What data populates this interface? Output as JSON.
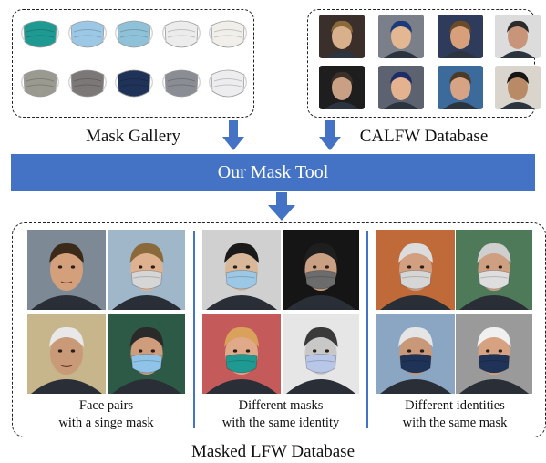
{
  "mask_gallery": {
    "label": "Mask Gallery",
    "masks": [
      {
        "icon": "n95-green-mask-icon",
        "color": "#1e9a92"
      },
      {
        "icon": "surgical-blue-mask-icon",
        "color": "#9cc8e6"
      },
      {
        "icon": "kn95-blue-mask-icon",
        "color": "#8fc1d8"
      },
      {
        "icon": "white-cloth-mask-icon",
        "color": "#ececec"
      },
      {
        "icon": "n95-valve-mask-icon",
        "color": "#f1efe9"
      },
      {
        "icon": "camo-mask-icon",
        "color": "#9a9a90"
      },
      {
        "icon": "grey-kn95-mask-icon",
        "color": "#7d7878"
      },
      {
        "icon": "floral-navy-mask-icon",
        "color": "#1f3358"
      },
      {
        "icon": "grey-textured-mask-icon",
        "color": "#8a8d93"
      },
      {
        "icon": "white-kn95-mask-icon",
        "color": "#ededf0"
      }
    ]
  },
  "calfw": {
    "label": "CALFW Database",
    "faces": [
      {
        "icon": "face-photo-icon",
        "skin": "#d9b08c",
        "hair": "#8a6a3a",
        "bg": "#3a2f2a"
      },
      {
        "icon": "face-photo-icon",
        "skin": "#e3b792",
        "hair": "#1b3a78",
        "bg": "#7a7f8a"
      },
      {
        "icon": "face-photo-icon",
        "skin": "#d8a07a",
        "hair": "#6b4a2a",
        "bg": "#2f3b5a"
      },
      {
        "icon": "face-photo-icon",
        "skin": "#c8957a",
        "hair": "#2b2b2b",
        "bg": "#dcdcdc"
      },
      {
        "icon": "face-photo-icon",
        "skin": "#c9a084",
        "hair": "#3a3028",
        "bg": "#1e1e1e"
      },
      {
        "icon": "face-photo-icon",
        "skin": "#e4b28f",
        "hair": "#1f2d66",
        "bg": "#5c6270"
      },
      {
        "icon": "face-photo-icon",
        "skin": "#d6a384",
        "hair": "#4c3a26",
        "bg": "#3c6a9a"
      },
      {
        "icon": "face-photo-icon",
        "skin": "#b98a66",
        "hair": "#151515",
        "bg": "#d9d4cc"
      }
    ]
  },
  "tool": {
    "label": "Our Mask Tool",
    "color": "#4472c4"
  },
  "masked_lfw": {
    "label": "Masked LFW Database",
    "groups": [
      {
        "caption_line1": "Face pairs",
        "caption_line2": "with a singe mask",
        "photos": [
          {
            "skin": "#d4a07c",
            "hair": "#3b2a1a",
            "bg": "#7d8a96",
            "mask": null
          },
          {
            "skin": "#dfb18e",
            "hair": "#8a6a3a",
            "bg": "#9fb7c9",
            "mask": "#d6d6d6"
          },
          {
            "skin": "#c99a78",
            "hair": "#e8e8e8",
            "bg": "#c7b68c",
            "mask": null
          },
          {
            "skin": "#cf9d7c",
            "hair": "#2a2a2a",
            "bg": "#2d5a46",
            "mask": "#8fc4e8"
          }
        ]
      },
      {
        "caption_line1": "Different masks",
        "caption_line2": "with the same identity",
        "photos": [
          {
            "skin": "#d9b89a",
            "hair": "#1a1a1a",
            "bg": "#d0d0d0",
            "mask": "#9cc8e6"
          },
          {
            "skin": "#c9a084",
            "hair": "#1e1e1e",
            "bg": "#151515",
            "mask": "#6c6c6c"
          },
          {
            "skin": "#e0a98a",
            "hair": "#d9a15a",
            "bg": "#c45a5a",
            "mask": "#1e9a92"
          },
          {
            "skin": "#c8c8c8",
            "hair": "#3a3a3a",
            "bg": "#e6e6e6",
            "mask": "#b8c6e8"
          }
        ]
      },
      {
        "caption_line1": "Different identities",
        "caption_line2": "with the same mask",
        "photos": [
          {
            "skin": "#d2a080",
            "hair": "#dcdcdc",
            "bg": "#c06a3a",
            "mask": "#d6d6d6"
          },
          {
            "skin": "#cf9f82",
            "hair": "#cfcfcf",
            "bg": "#4f7a5a",
            "mask": "#dedede"
          },
          {
            "skin": "#c99878",
            "hair": "#e5e5e5",
            "bg": "#8aa6c2",
            "mask": "#1f3358"
          },
          {
            "skin": "#d6a282",
            "hair": "#f0f0f0",
            "bg": "#9a9a9a",
            "mask": "#1f3358"
          }
        ]
      }
    ]
  }
}
